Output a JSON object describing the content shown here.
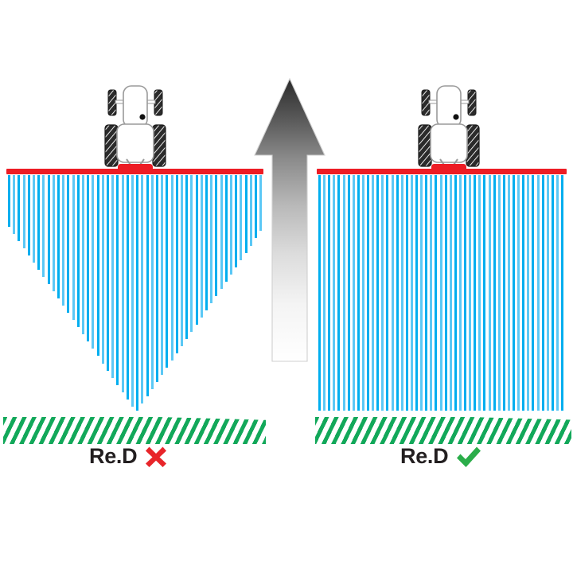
{
  "diagram": {
    "title": "Soil water infiltration comparison with and without restrictive layer",
    "type": "two-panel-comparison"
  },
  "colors": {
    "water_blue_dark": "#00AEEF",
    "water_blue_light": "#5BC8F5",
    "surface_red": "#ED1C24",
    "subsoil_green": "#12A85A",
    "cross_red": "#E8252A",
    "check_green": "#2BAD4A",
    "text_dark": "#231F20",
    "arrow_dark": "#3A3A3A"
  },
  "panels": [
    {
      "id": "bad",
      "side": "left",
      "caption_text": "Re.D",
      "caption_mark": "cross",
      "mark_name": "red-cross-mark",
      "infiltration_shape": "inverted-triangle",
      "line_count": 52,
      "surface_label": "compacted-surface-line",
      "subsoil_label": "subsoil-hatch-band",
      "vehicle": "tractor"
    },
    {
      "id": "good",
      "side": "right",
      "caption_text": "Re.D",
      "caption_mark": "check",
      "mark_name": "green-check-mark",
      "infiltration_shape": "uniform-rectangle",
      "line_count": 51,
      "surface_label": "surface-line",
      "subsoil_label": "subsoil-hatch-band",
      "vehicle": "tractor"
    }
  ],
  "arrow": {
    "name": "upward-gradient-arrow",
    "direction": "up",
    "gradient_from": "#2F2F2F",
    "gradient_to": "#FFFFFF"
  },
  "tractor": {
    "name": "tractor-top-view",
    "body_fill": "#FFFFFF",
    "outline": "#9A9A9A",
    "tire_fill": "#2B2B2B",
    "implement_fill": "#ED1C24",
    "implement_name": "red-implement-bar"
  }
}
